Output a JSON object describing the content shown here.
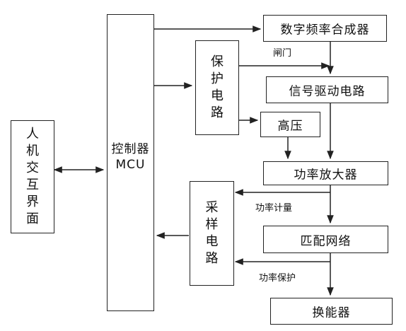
{
  "blocks": {
    "hmi": "人机交互界面",
    "mcu_cn": "控制器",
    "mcu_en": "MCU",
    "synth": "数字频率合成器",
    "protect": "保护电路",
    "driver": "信号驱动电路",
    "hv": "高压",
    "pa": "功率放大器",
    "sample": "采样电路",
    "match": "匹配网络",
    "transducer": "换能器"
  },
  "edges": {
    "gate": "闸门",
    "power_meter": "功率计量",
    "power_protect": "功率保护"
  }
}
